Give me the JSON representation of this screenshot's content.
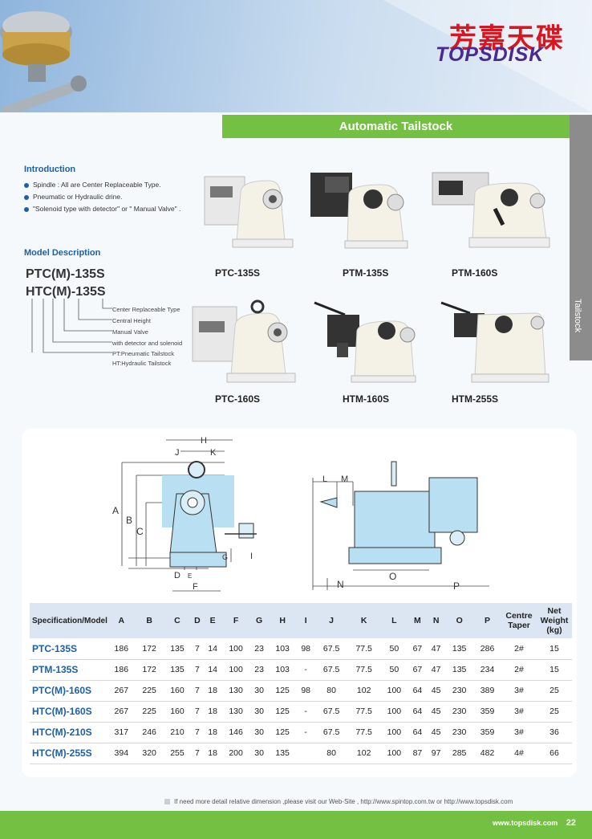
{
  "brand": {
    "cn": "芳嘉天碟",
    "en": "TOPSDISK"
  },
  "page_title": "Automatic Tailstock",
  "side_tab": "Tailstock",
  "introduction": {
    "title": "Introduction",
    "items": [
      "Spindle : All are Center Replaceable Type.",
      "Pneumatic or Hydraulic drine.",
      "\"Solenoid type with detector\" or \" Manual Valve\" ."
    ]
  },
  "model_description": {
    "title": "Model Description",
    "code1": "PTC(M)-135S",
    "code2": "HTC(M)-135S",
    "notes": [
      "Center Replaceable Type",
      "Central Height",
      "Manual Valve",
      "with detector and solenoid",
      "PT:Pneumatic Tailstock",
      "HT:Hydraulic Tailstock"
    ]
  },
  "products": [
    "PTC-135S",
    "PTM-135S",
    "PTM-160S",
    "PTC-160S",
    "HTM-160S",
    "HTM-255S"
  ],
  "diagram_labels": {
    "A": "A",
    "B": "B",
    "C": "C",
    "D": "D",
    "E": "E",
    "F": "F",
    "G": "G",
    "H": "H",
    "I": "I",
    "J": "J",
    "K": "K",
    "L": "L",
    "M": "M",
    "N": "N",
    "O": "O",
    "P": "P"
  },
  "table": {
    "headers": [
      "Specification/Model",
      "A",
      "B",
      "C",
      "D",
      "E",
      "F",
      "G",
      "H",
      "I",
      "J",
      "K",
      "L",
      "M",
      "N",
      "O",
      "P",
      "Centre Taper",
      "Net Weight (kg)"
    ],
    "rows": [
      [
        "PTC-135S",
        "186",
        "172",
        "135",
        "7",
        "14",
        "100",
        "23",
        "103",
        "98",
        "67.5",
        "77.5",
        "50",
        "67",
        "47",
        "135",
        "286",
        "2#",
        "15"
      ],
      [
        "PTM-135S",
        "186",
        "172",
        "135",
        "7",
        "14",
        "100",
        "23",
        "103",
        "-",
        "67.5",
        "77.5",
        "50",
        "67",
        "47",
        "135",
        "234",
        "2#",
        "15"
      ],
      [
        "PTC(M)-160S",
        "267",
        "225",
        "160",
        "7",
        "18",
        "130",
        "30",
        "125",
        "98",
        "80",
        "102",
        "100",
        "64",
        "45",
        "230",
        "389",
        "3#",
        "25"
      ],
      [
        "HTC(M)-160S",
        "267",
        "225",
        "160",
        "7",
        "18",
        "130",
        "30",
        "125",
        "-",
        "67.5",
        "77.5",
        "100",
        "64",
        "45",
        "230",
        "359",
        "3#",
        "25"
      ],
      [
        "HTC(M)-210S",
        "317",
        "246",
        "210",
        "7",
        "18",
        "146",
        "30",
        "125",
        "-",
        "67.5",
        "77.5",
        "100",
        "64",
        "45",
        "230",
        "359",
        "3#",
        "36"
      ],
      [
        "HTC(M)-255S",
        "394",
        "320",
        "255",
        "7",
        "18",
        "200",
        "30",
        "135",
        "",
        "80",
        "102",
        "100",
        "87",
        "97",
        "285",
        "482",
        "4#",
        "66"
      ]
    ]
  },
  "footnote": "If need more detail relative dimension ,please visit our Web-Site , http://www.spintop.com.tw or http://www.topsdisk.com",
  "footer": {
    "url": "www.topsdisk.com",
    "page": "22"
  },
  "colors": {
    "accent_green": "#74c043",
    "heading_blue": "#1b5fa8",
    "brand_red": "#d9161f",
    "brand_purple": "#4a2a8c"
  }
}
